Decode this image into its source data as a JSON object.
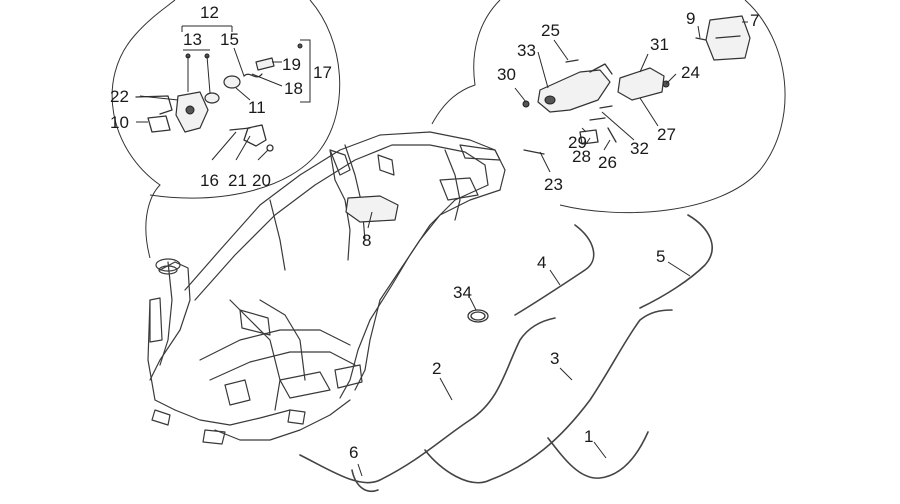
{
  "diagram": {
    "callouts": [
      {
        "id": "c12",
        "text": "12"
      },
      {
        "id": "c13",
        "text": "13"
      },
      {
        "id": "c15",
        "text": "15"
      },
      {
        "id": "c19",
        "text": "19"
      },
      {
        "id": "c17",
        "text": "17"
      },
      {
        "id": "c18",
        "text": "18"
      },
      {
        "id": "c22",
        "text": "22"
      },
      {
        "id": "c10",
        "text": "10"
      },
      {
        "id": "c11",
        "text": "11"
      },
      {
        "id": "c16",
        "text": "16"
      },
      {
        "id": "c21",
        "text": "21"
      },
      {
        "id": "c20",
        "text": "20"
      },
      {
        "id": "c25",
        "text": "25"
      },
      {
        "id": "c33",
        "text": "33"
      },
      {
        "id": "c30",
        "text": "30"
      },
      {
        "id": "c9",
        "text": "9"
      },
      {
        "id": "c7",
        "text": "7"
      },
      {
        "id": "c31",
        "text": "31"
      },
      {
        "id": "c24",
        "text": "24"
      },
      {
        "id": "c27",
        "text": "27"
      },
      {
        "id": "c32",
        "text": "32"
      },
      {
        "id": "c29",
        "text": "29"
      },
      {
        "id": "c28",
        "text": "28"
      },
      {
        "id": "c26",
        "text": "26"
      },
      {
        "id": "c23",
        "text": "23"
      },
      {
        "id": "c8",
        "text": "8"
      },
      {
        "id": "c4",
        "text": "4"
      },
      {
        "id": "c5",
        "text": "5"
      },
      {
        "id": "c34",
        "text": "34"
      },
      {
        "id": "c2",
        "text": "2"
      },
      {
        "id": "c3",
        "text": "3"
      },
      {
        "id": "c1",
        "text": "1"
      },
      {
        "id": "c6",
        "text": "6"
      }
    ]
  }
}
